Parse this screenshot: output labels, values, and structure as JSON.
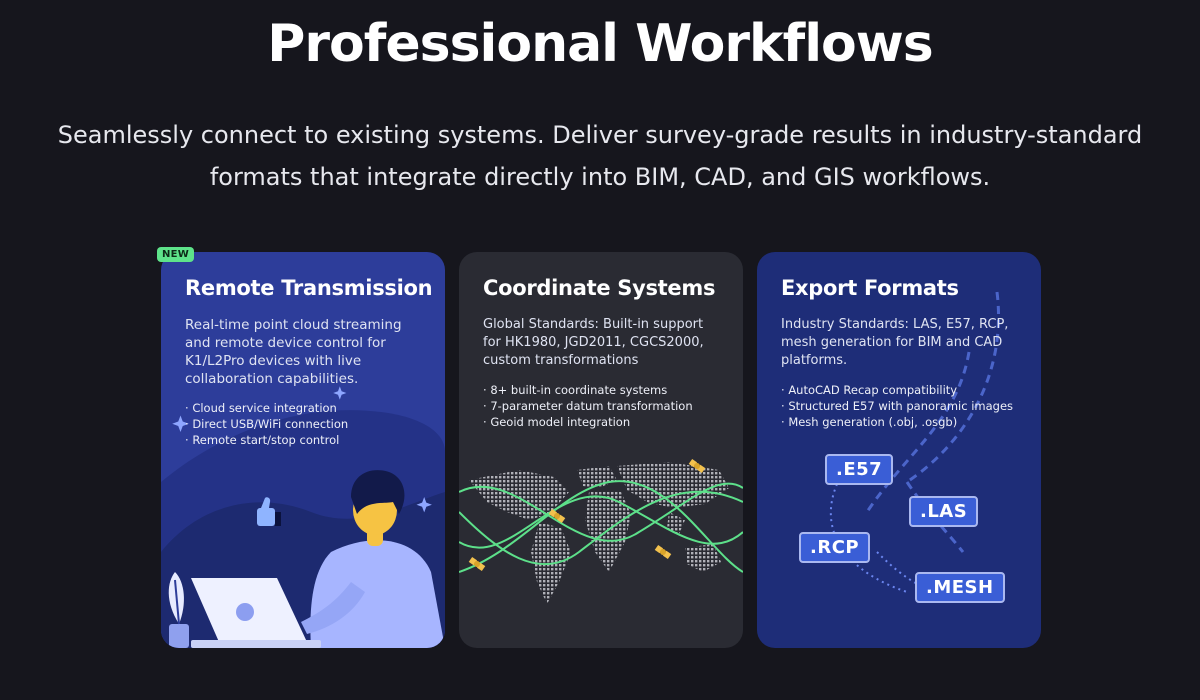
{
  "header": {
    "title": "Professional Workflows",
    "subtitle_line1": "Seamlessly connect to existing systems. Deliver survey-grade results in industry-standard",
    "subtitle_line2": "formats that integrate directly into BIM, CAD, and GIS workflows."
  },
  "cards": [
    {
      "badge": "NEW",
      "title": "Remote Transmission",
      "description": "Real-time point cloud streaming and remote device control for K1/L2Pro devices with live collaboration capabilities.",
      "bullets": [
        "Cloud service integration",
        "Direct USB/WiFi connection",
        "Remote start/stop control"
      ],
      "icons": [
        "person-with-laptop-illustration",
        "thumbs-up-icon",
        "sparkle-icon",
        "plant-icon"
      ]
    },
    {
      "title": "Coordinate Systems",
      "description": "Global Standards: Built-in support for HK1980, JGD2011, CGCS2000, custom transformations",
      "bullets": [
        "8+ built-in coordinate systems",
        "7-parameter datum transformation",
        "Geoid model integration"
      ],
      "icons": [
        "world-map-illustration",
        "satellite-icon"
      ]
    },
    {
      "title": "Export Formats",
      "description": "Industry Standards: LAS, E57, RCP, mesh generation for BIM and CAD platforms.",
      "bullets": [
        "AutoCAD Recap compatibility",
        "Structured E57 with panoramic images",
        "Mesh generation (.obj, .osgb)"
      ],
      "tags": [
        ".E57",
        ".LAS",
        ".RCP",
        ".MESH"
      ]
    }
  ],
  "colors": {
    "background": "#16161d",
    "card1": "#2d3d9a",
    "card2": "#2a2b33",
    "card3": "#1e2d78",
    "badge": "#5ee38a",
    "orbit": "#5de08a",
    "tag": "#3a5ed6"
  }
}
